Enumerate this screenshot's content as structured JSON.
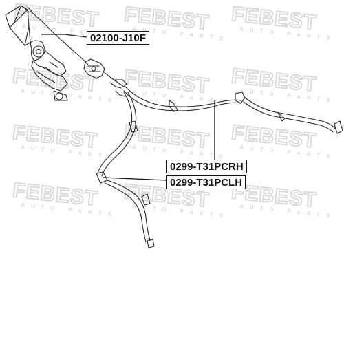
{
  "watermark": {
    "logo_text": "FEBEST",
    "sub_text": "AUTO PARTS"
  },
  "part_labels": [
    {
      "id": "lever",
      "text": "02100-J10F"
    },
    {
      "id": "cable_rh",
      "text": "0299-T31PCRH"
    },
    {
      "id": "cable_lh",
      "text": "0299-T31PCLH"
    }
  ]
}
